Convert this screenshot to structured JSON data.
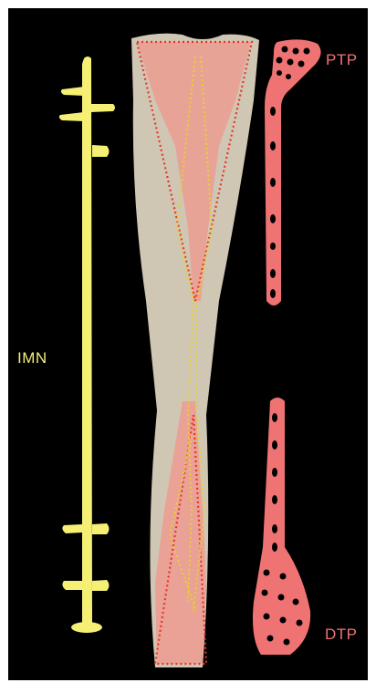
{
  "labels": {
    "ptp": "PTP",
    "imn": "IMN",
    "dtp": "DTP"
  },
  "colors": {
    "background": "#000000",
    "frame": "#ffffff",
    "nail": "#f5ef74",
    "plate": "#f07373",
    "bone": "#cfc6b4",
    "bone_overlay": "#ee9a90",
    "red_outline": "#e8352a",
    "yellow_outline": "#e8d22a"
  },
  "icons": {
    "nail": "intramedullary-nail-icon",
    "proximal_plate": "proximal-tibial-plate-icon",
    "distal_plate": "distal-tibial-plate-icon",
    "bone": "tibia-bone-icon"
  }
}
